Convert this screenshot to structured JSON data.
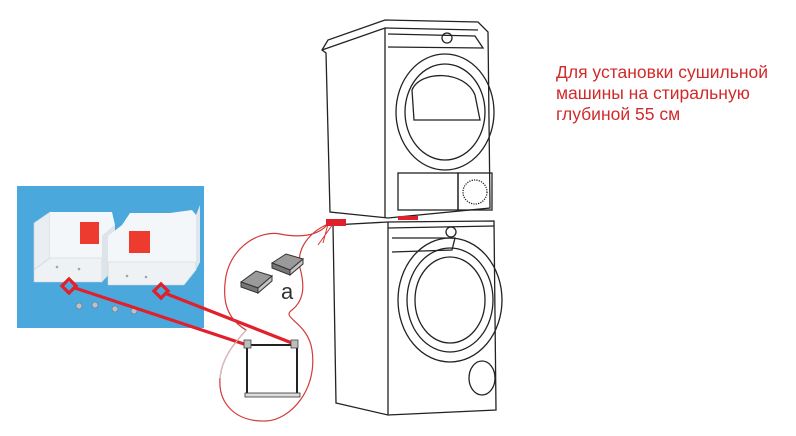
{
  "caption": {
    "lines": [
      "Для установки сушильной",
      "машины на стиральную",
      "глубиной 55 см"
    ],
    "color": "#d02a2a"
  },
  "callout": {
    "part_label": "a"
  },
  "photo": {
    "background": "#49a7dc",
    "description": "Two white stacking brackets with red adhesive pads and four screws"
  },
  "colors": {
    "highlight": "#e0202a",
    "line_art": "#222222"
  }
}
